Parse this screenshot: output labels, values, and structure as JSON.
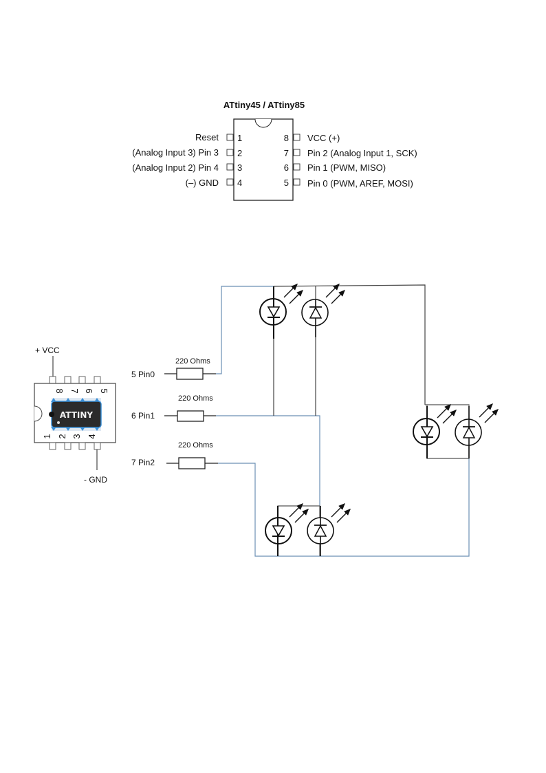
{
  "pinout": {
    "title": "ATtiny45 / ATtiny85",
    "left_pins": [
      {
        "num": "1",
        "label": "Reset"
      },
      {
        "num": "2",
        "label": "(Analog Input 3) Pin 3"
      },
      {
        "num": "3",
        "label": "(Analog Input 2) Pin 4"
      },
      {
        "num": "4",
        "label": "(–) GND"
      }
    ],
    "right_pins": [
      {
        "num": "8",
        "label": "VCC (+)"
      },
      {
        "num": "7",
        "label": "Pin 2 (Analog Input 1, SCK)"
      },
      {
        "num": "6",
        "label": "Pin 1 (PWM, MISO)"
      },
      {
        "num": "5",
        "label": "Pin 0 (PWM, AREF, MOSI)"
      }
    ]
  },
  "chip": {
    "label": "ATTINY",
    "top_pin_numbers": [
      "8",
      "7",
      "6",
      "5"
    ],
    "bottom_pin_numbers": [
      "1",
      "2",
      "3",
      "4"
    ],
    "vcc_label": "+ VCC",
    "gnd_label": "- GND",
    "body_color": "#2b2b2b",
    "accent_color": "#3a8fd6"
  },
  "resistors": [
    {
      "pin_label": "5 Pin0",
      "value": "220 Ohms"
    },
    {
      "pin_label": "6 Pin1",
      "value": "220 Ohms"
    },
    {
      "pin_label": "7 Pin2",
      "value": "220 Ohms"
    }
  ],
  "leds": {
    "pairs": [
      "top",
      "right",
      "bottom"
    ],
    "count": 6
  },
  "colors": {
    "wire_blue": "#6b8fb5",
    "wire_black": "#222222"
  }
}
